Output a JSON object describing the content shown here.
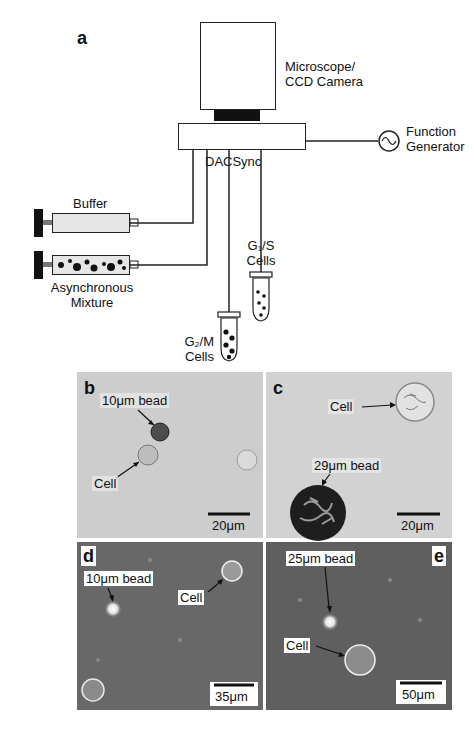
{
  "diagram": {
    "nodes": [
      {
        "text": [
          "Microscope/ CCD Camera"
        ]
      },
      {
        "text": [
          "DACSync"
        ]
      },
      {
        "text": [
          "Function Generator"
        ]
      },
      {
        "text": [
          "Buffer"
        ]
      },
      {
        "text": [
          "Asynchronous Mixture"
        ]
      },
      {
        "text": [
          "G₁/S Cells"
        ]
      },
      {
        "text": [
          "G₂/M Cells"
        ]
      }
    ],
    "edges": [
      {
        "from": 1,
        "to": 2,
        "arrow": "none"
      },
      {
        "from": 3,
        "to": 1,
        "arrow": "none"
      },
      {
        "from": 4,
        "to": 1,
        "arrow": "none"
      },
      {
        "from": 1,
        "to": 5,
        "arrow": "none"
      },
      {
        "from": 1,
        "to": 6,
        "arrow": "none"
      }
    ],
    "labels": [
      "a",
      "b",
      "10μm bead",
      "Cell",
      "20μm",
      "c",
      "Cell",
      "29μm bead",
      "20μm",
      "d",
      "10μm bead",
      "Cell",
      "35μm",
      "e",
      "25μm bead",
      "Cell",
      "50μm"
    ]
  }
}
